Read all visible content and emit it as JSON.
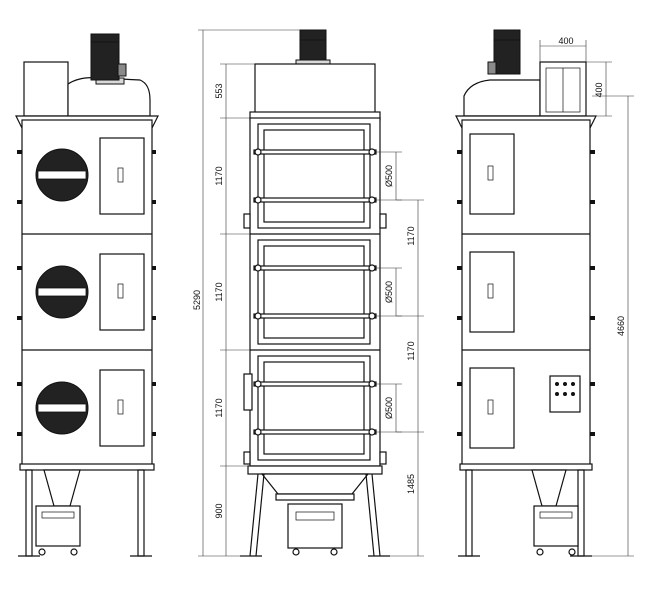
{
  "dimensions": {
    "front_outlet_width": "400",
    "front_outlet_height": "400",
    "total_height": "5290",
    "motor_top": "553",
    "module_1": "1170",
    "module_2": "1170",
    "module_3": "1170",
    "legs": "900",
    "diameter_1": "Ø500",
    "diameter_2": "Ø500",
    "diameter_3": "Ø500",
    "spacing_1": "1170",
    "spacing_2": "1170",
    "spacing_3": "1485",
    "side_height": "4660"
  }
}
